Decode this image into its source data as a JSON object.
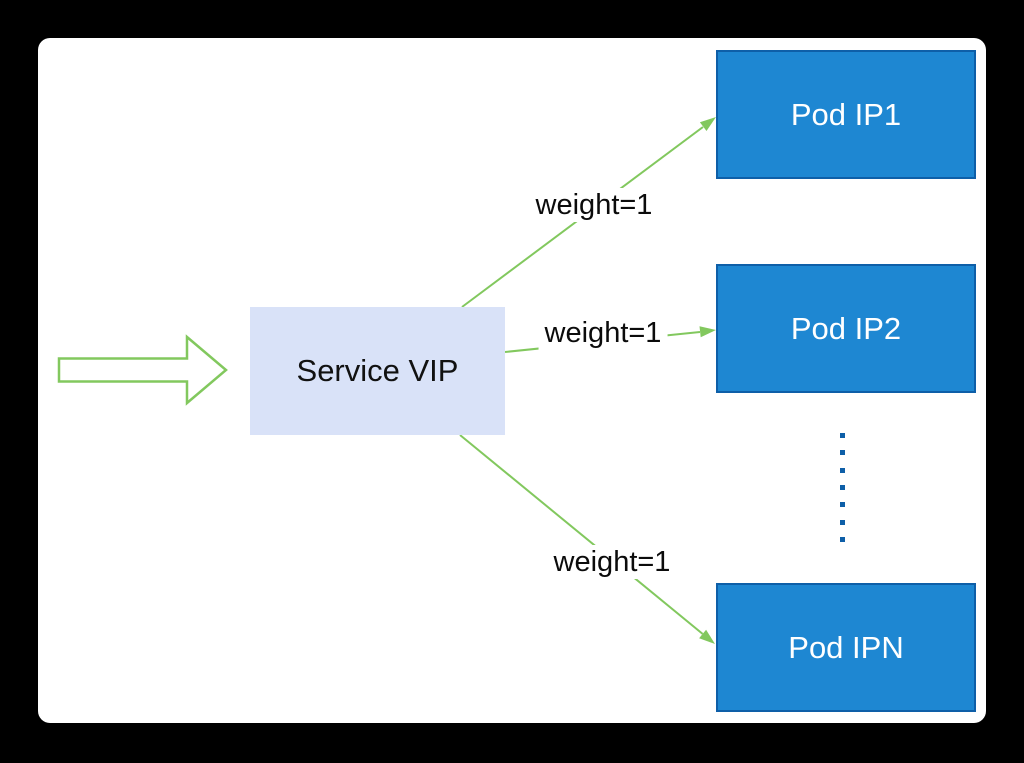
{
  "colors": {
    "background": "#000000",
    "card": "#ffffff",
    "arrow_green": "#82C85E",
    "pod_fill": "#1E87D2",
    "pod_border": "#0E5FA8",
    "pod_text": "#ffffff",
    "service_fill": "#D9E2F8",
    "service_text": "#111111",
    "edge_label_text": "#0b0b0b",
    "ellipsis_dots": "#0E5FA8"
  },
  "nodes": {
    "service": {
      "label": "Service VIP"
    },
    "pods": [
      {
        "label": "Pod IP1"
      },
      {
        "label": "Pod IP2"
      },
      {
        "label": "Pod IPN"
      }
    ]
  },
  "edges": [
    {
      "from": "Service VIP",
      "to": "Pod IP1",
      "label": "weight=1"
    },
    {
      "from": "Service VIP",
      "to": "Pod IP2",
      "label": "weight=1"
    },
    {
      "from": "Service VIP",
      "to": "Pod IPN",
      "label": "weight=1"
    }
  ],
  "icons": {
    "ingress_arrow": "block-arrow-right-icon",
    "ellipsis": "vertical-dotted-ellipsis-icon"
  }
}
